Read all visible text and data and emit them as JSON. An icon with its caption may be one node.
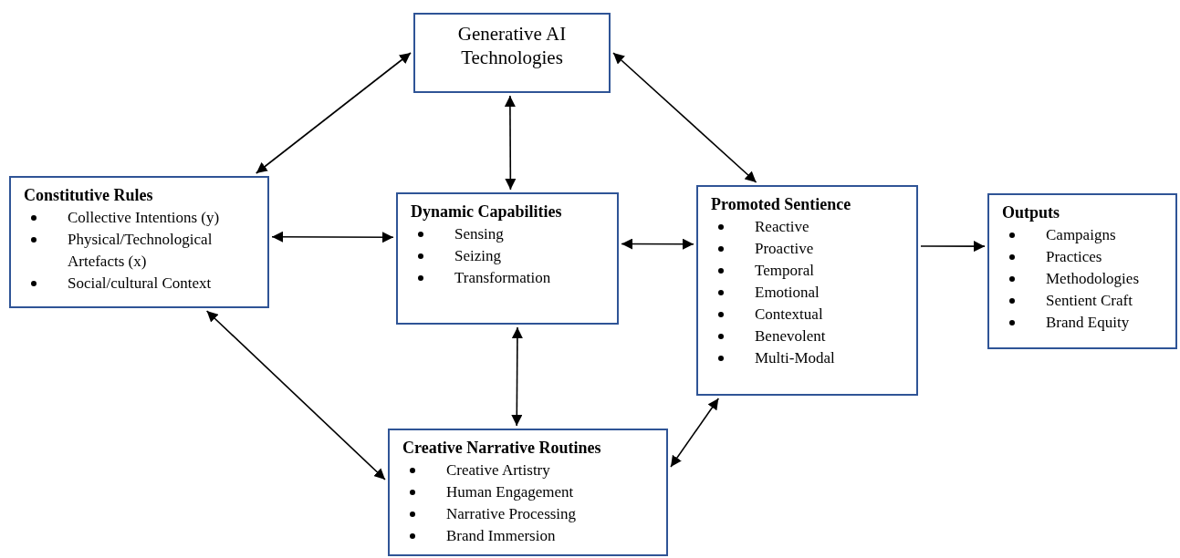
{
  "diagram": {
    "nodes": [
      {
        "text": [
          "Generative AI Technologies"
        ]
      },
      {
        "text": [
          "Constitutive Rules",
          "Collective Intentions (y)",
          "Physical/Technological Artefacts (x)",
          "Social/cultural Context"
        ]
      },
      {
        "text": [
          "Dynamic Capabilities",
          "Sensing",
          "Seizing",
          "Transformation"
        ]
      },
      {
        "text": [
          "Promoted Sentience",
          "Reactive",
          "Proactive",
          "Temporal",
          "Emotional",
          "Contextual",
          "Benevolent",
          "Multi-Modal"
        ]
      },
      {
        "text": [
          "Outputs",
          "Campaigns",
          "Practices",
          "Methodologies",
          "Sentient Craft",
          "Brand Equity"
        ]
      },
      {
        "text": [
          "Creative Narrative Routines",
          "Creative Artistry",
          "Human Engagement",
          "Narrative Processing",
          "Brand Immersion"
        ]
      }
    ],
    "edges": [
      {
        "from": 1,
        "to": 0,
        "arrow": "both"
      },
      {
        "from": 0,
        "to": 2,
        "arrow": "both"
      },
      {
        "from": 0,
        "to": 3,
        "arrow": "both"
      },
      {
        "from": 1,
        "to": 2,
        "arrow": "both"
      },
      {
        "from": 2,
        "to": 3,
        "arrow": "both"
      },
      {
        "from": 3,
        "to": 4,
        "arrow": "to"
      },
      {
        "from": 2,
        "to": 5,
        "arrow": "both"
      },
      {
        "from": 1,
        "to": 5,
        "arrow": "both"
      },
      {
        "from": 5,
        "to": 3,
        "arrow": "both"
      }
    ]
  }
}
